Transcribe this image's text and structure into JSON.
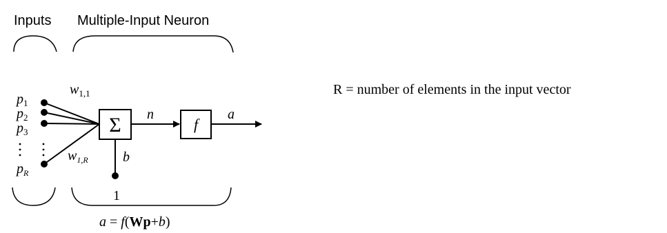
{
  "headers": {
    "inputs": "Inputs",
    "neuron": "Multiple-Input Neuron"
  },
  "inputs": {
    "p1": {
      "var": "p",
      "sub": "1"
    },
    "p2": {
      "var": "p",
      "sub": "2"
    },
    "p3": {
      "var": "p",
      "sub": "3"
    },
    "pR": {
      "var": "p",
      "sub": "R"
    }
  },
  "weights": {
    "w11": {
      "var": "w",
      "sub": "1,1"
    },
    "w1R": {
      "var": "w",
      "sub": "1,R"
    }
  },
  "neuron": {
    "sum_symbol": "Σ",
    "bias": "b",
    "net_input": "n",
    "transfer": "f",
    "output": "a",
    "bias_input": "1"
  },
  "formula": {
    "a": "a",
    "eq": " = ",
    "f": "f",
    "open": "(",
    "W": "W",
    "p": "p",
    "plus": "+",
    "b": "b",
    "close": ")"
  },
  "note": "R = number of elements in the input vector"
}
